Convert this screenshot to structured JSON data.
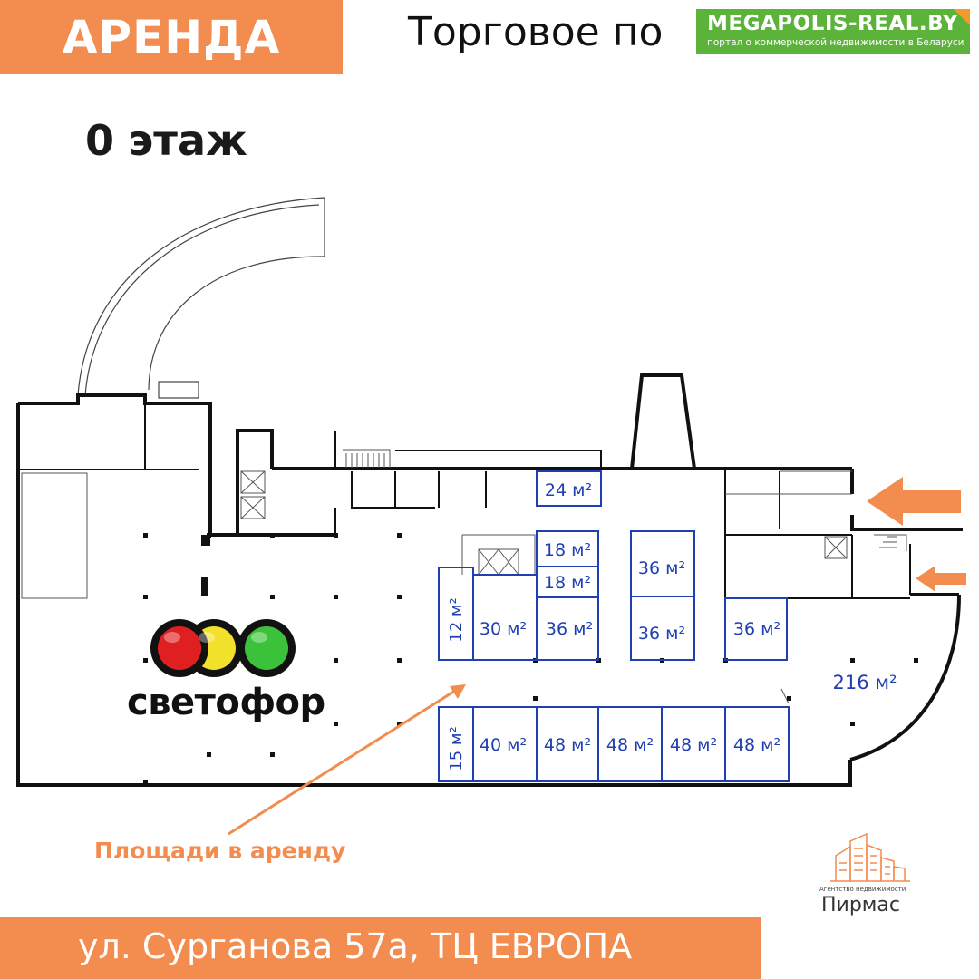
{
  "header": {
    "rent_badge": "АРЕНДА",
    "title": "Торговое по",
    "megapolis_title": "MEGAPOLIS-REAL.BY",
    "megapolis_subtitle": "портал о коммерческой недвижимости в Беларуси"
  },
  "floor_label": "0 этаж",
  "tenant": {
    "name": "светофор",
    "logo_colors": [
      "#e02020",
      "#f2e12a",
      "#3cc23a"
    ]
  },
  "units": [
    {
      "label": "24 м²",
      "area_m2": 24
    },
    {
      "label": "18 м²",
      "area_m2": 18
    },
    {
      "label": "18 м²",
      "area_m2": 18
    },
    {
      "label": "12 м²",
      "area_m2": 12
    },
    {
      "label": "30 м²",
      "area_m2": 30
    },
    {
      "label": "36 м²",
      "area_m2": 36
    },
    {
      "label": "36 м²",
      "area_m2": 36
    },
    {
      "label": "36 м²",
      "area_m2": 36
    },
    {
      "label": "36 м²",
      "area_m2": 36
    },
    {
      "label": "216 м²",
      "area_m2": 216
    },
    {
      "label": "15 м²",
      "area_m2": 15
    },
    {
      "label": "40 м²",
      "area_m2": 40
    },
    {
      "label": "48 м²",
      "area_m2": 48
    },
    {
      "label": "48 м²",
      "area_m2": 48
    },
    {
      "label": "48 м²",
      "area_m2": 48
    },
    {
      "label": "48 м²",
      "area_m2": 48
    }
  ],
  "annotation": "Площади в аренду",
  "agency": {
    "subtitle": "Агентство недвижимости",
    "name": "Пирмас"
  },
  "address": "ул. Сурганова 57а, ТЦ ЕВРОПА",
  "colors": {
    "accent_orange": "#f28c4f",
    "brand_green": "#5bb33a",
    "unit_blue": "#1f3fb3",
    "wall": "#111111"
  },
  "icons": [
    "location-pin-icon",
    "entrance-arrow-icon",
    "building-logo-icon"
  ]
}
